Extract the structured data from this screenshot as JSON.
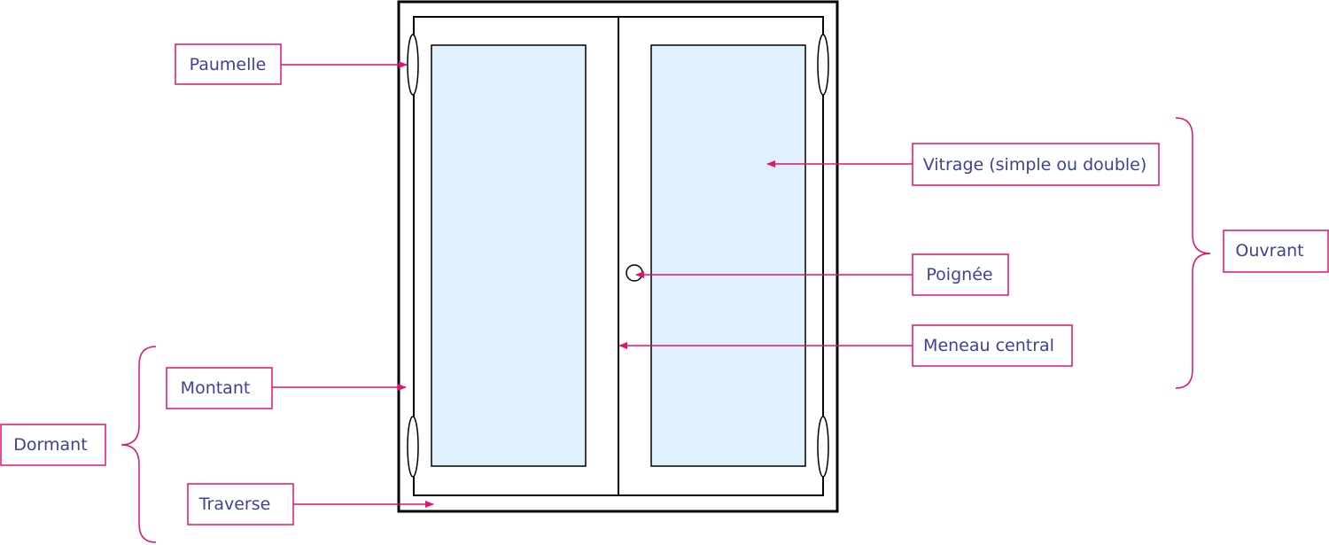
{
  "colors": {
    "accent": "#e0136f",
    "label_text": "#3f4196",
    "frame": "#000000",
    "glass": "#dff1fc"
  },
  "labels": {
    "paumelle": "Paumelle",
    "montant": "Montant",
    "traverse": "Traverse",
    "dormant": "Dormant",
    "vitrage": "Vitrage (simple ou double)",
    "poignee": "Poignée",
    "meneau": "Meneau central",
    "ouvrant": "Ouvrant"
  }
}
